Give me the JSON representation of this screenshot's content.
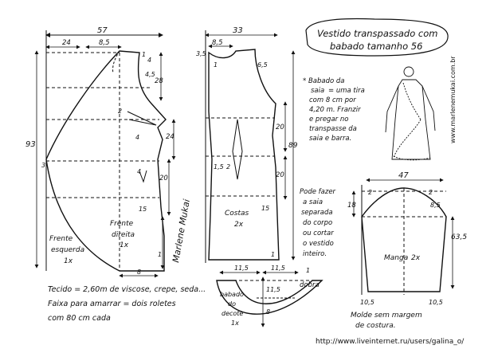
{
  "title": {
    "line1": "Vestido transpassado com",
    "line2": "babado tamanho 56"
  },
  "front": {
    "width_top": "57",
    "seg_24": "24",
    "seg_8_5": "8,5",
    "seg_1": "1",
    "seg_4": "4",
    "seg_4_5": "4,5",
    "seg_28": "28",
    "seg_2": "2",
    "seg_24_side": "24",
    "seg_4_dart": "4",
    "seg_20": "20",
    "seg_15": "15",
    "seg_4_hip": "4",
    "height_93": "93",
    "seg_3": "3",
    "seg_8": "8",
    "seg_1_bottom": "1",
    "right_label1": "Frente",
    "right_label2": "direita",
    "right_label3": "1x",
    "left_label1": "Frente",
    "left_label2": "esquerda",
    "left_label3": "1x",
    "signature": "Marlene Mukai"
  },
  "back": {
    "width_top": "33",
    "seg_3_5": "3,5",
    "seg_8_5": "8,5",
    "seg_1": "1",
    "seg_6_5": "6,5",
    "seg_20": "20",
    "seg_20_b": "20",
    "seg_2": "2",
    "seg_89": "89",
    "seg_15": "15",
    "seg_1_5": "1,5",
    "seg_1_bottom": "1",
    "label1": "Costas",
    "label2": "2x"
  },
  "ruffle": {
    "header": "* Babado da",
    "header2": "saia",
    "line1": "= uma tira",
    "line2": "com 8 cm por",
    "line3": "4,20 m. Franzir",
    "line4": "e pregar no",
    "line5": "transpasse da",
    "line6": "saia e barra."
  },
  "note": {
    "line1": "Pode fazer",
    "line2": "a saia",
    "line3": "separada",
    "line4": "do corpo",
    "line5": "ou cortar",
    "line6": "o vestido",
    "line7": "inteiro."
  },
  "sleeve": {
    "width_top": "47",
    "seg_2": "2",
    "seg_18": "18",
    "seg_8_5": "8,5",
    "seg_63_5": "63,5",
    "seg_10_5_left": "10,5",
    "seg_10_5_right": "10,5",
    "label1": "Manga",
    "label2": "2x",
    "footer1": "Molde sem margem",
    "footer2": "de costura."
  },
  "facing": {
    "seg_11_5": "11,5",
    "seg_11_5_b": "11,5",
    "seg_1": "1",
    "seg_11_5_c": "11,5",
    "seg_8": "8",
    "fold": "dobra",
    "label1": "babado",
    "label2": "do",
    "label3": "decote",
    "label4": "1x"
  },
  "fabric": {
    "line1": "Tecido = 2,60m de viscose, crepe, seda...",
    "line2": "Faixa para amarrar = dois roletes",
    "line3": "com 80 cm cada"
  },
  "website": "www.marlenemukai.com.br",
  "watermark": "http://www.liveinternet.ru/users/galina_o/"
}
